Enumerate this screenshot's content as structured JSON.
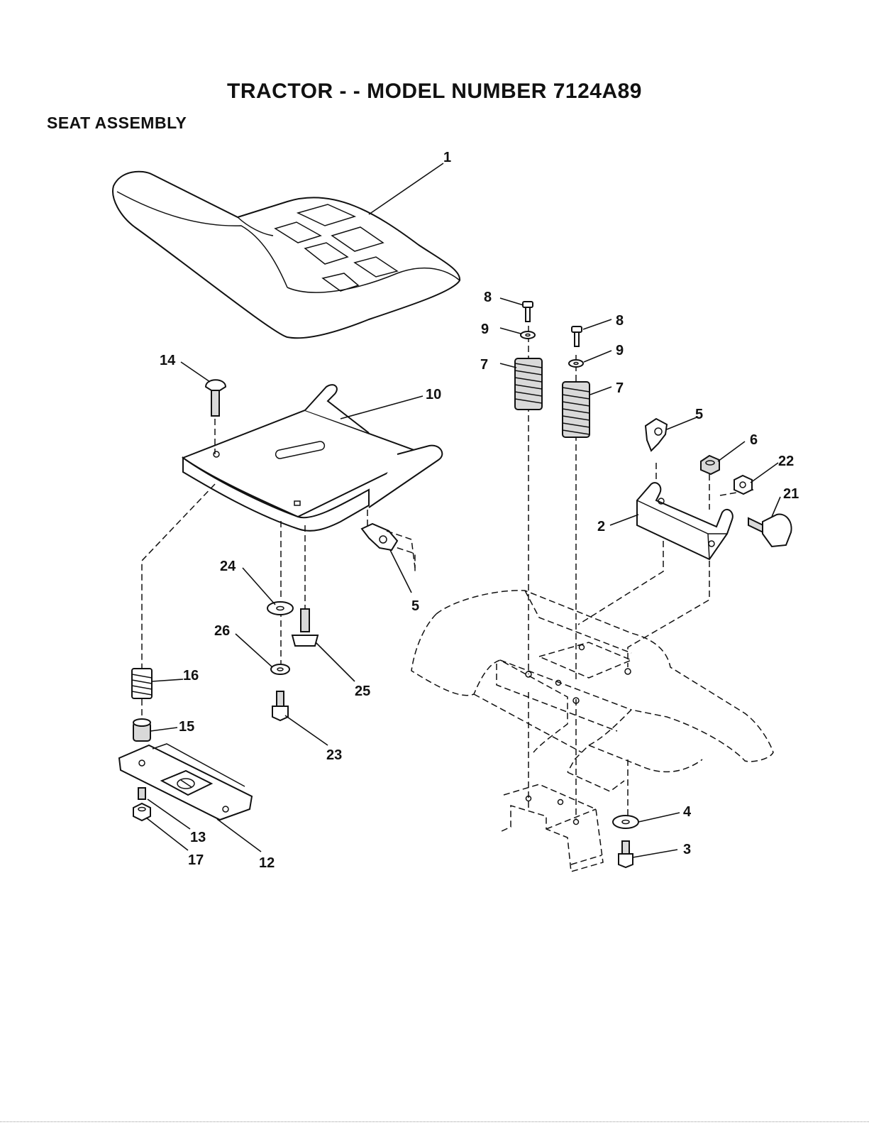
{
  "title": "TRACTOR - - MODEL NUMBER 7124A89",
  "subtitle": "SEAT ASSEMBLY",
  "parts": [
    {
      "id": "p1",
      "label": "1"
    },
    {
      "id": "p2",
      "label": "2"
    },
    {
      "id": "p3",
      "label": "3"
    },
    {
      "id": "p4",
      "label": "4"
    },
    {
      "id": "p5a",
      "label": "5"
    },
    {
      "id": "p5b",
      "label": "5"
    },
    {
      "id": "p6",
      "label": "6"
    },
    {
      "id": "p7a",
      "label": "7"
    },
    {
      "id": "p7b",
      "label": "7"
    },
    {
      "id": "p8a",
      "label": "8"
    },
    {
      "id": "p8b",
      "label": "8"
    },
    {
      "id": "p9a",
      "label": "9"
    },
    {
      "id": "p9b",
      "label": "9"
    },
    {
      "id": "p10",
      "label": "10"
    },
    {
      "id": "p12",
      "label": "12"
    },
    {
      "id": "p13",
      "label": "13"
    },
    {
      "id": "p14",
      "label": "14"
    },
    {
      "id": "p15",
      "label": "15"
    },
    {
      "id": "p16",
      "label": "16"
    },
    {
      "id": "p17",
      "label": "17"
    },
    {
      "id": "p21",
      "label": "21"
    },
    {
      "id": "p22",
      "label": "22"
    },
    {
      "id": "p23",
      "label": "23"
    },
    {
      "id": "p24",
      "label": "24"
    },
    {
      "id": "p25",
      "label": "25"
    },
    {
      "id": "p26",
      "label": "26"
    }
  ]
}
